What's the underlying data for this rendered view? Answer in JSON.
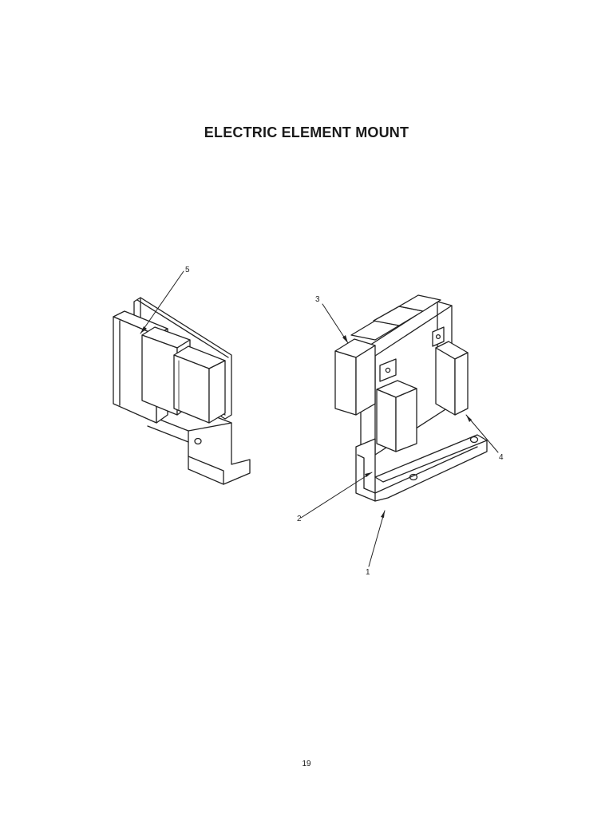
{
  "page": {
    "title": "ELECTRIC ELEMENT MOUNT",
    "page_number": "19"
  },
  "diagram": {
    "callouts": [
      "1",
      "2",
      "3",
      "4",
      "5"
    ]
  }
}
